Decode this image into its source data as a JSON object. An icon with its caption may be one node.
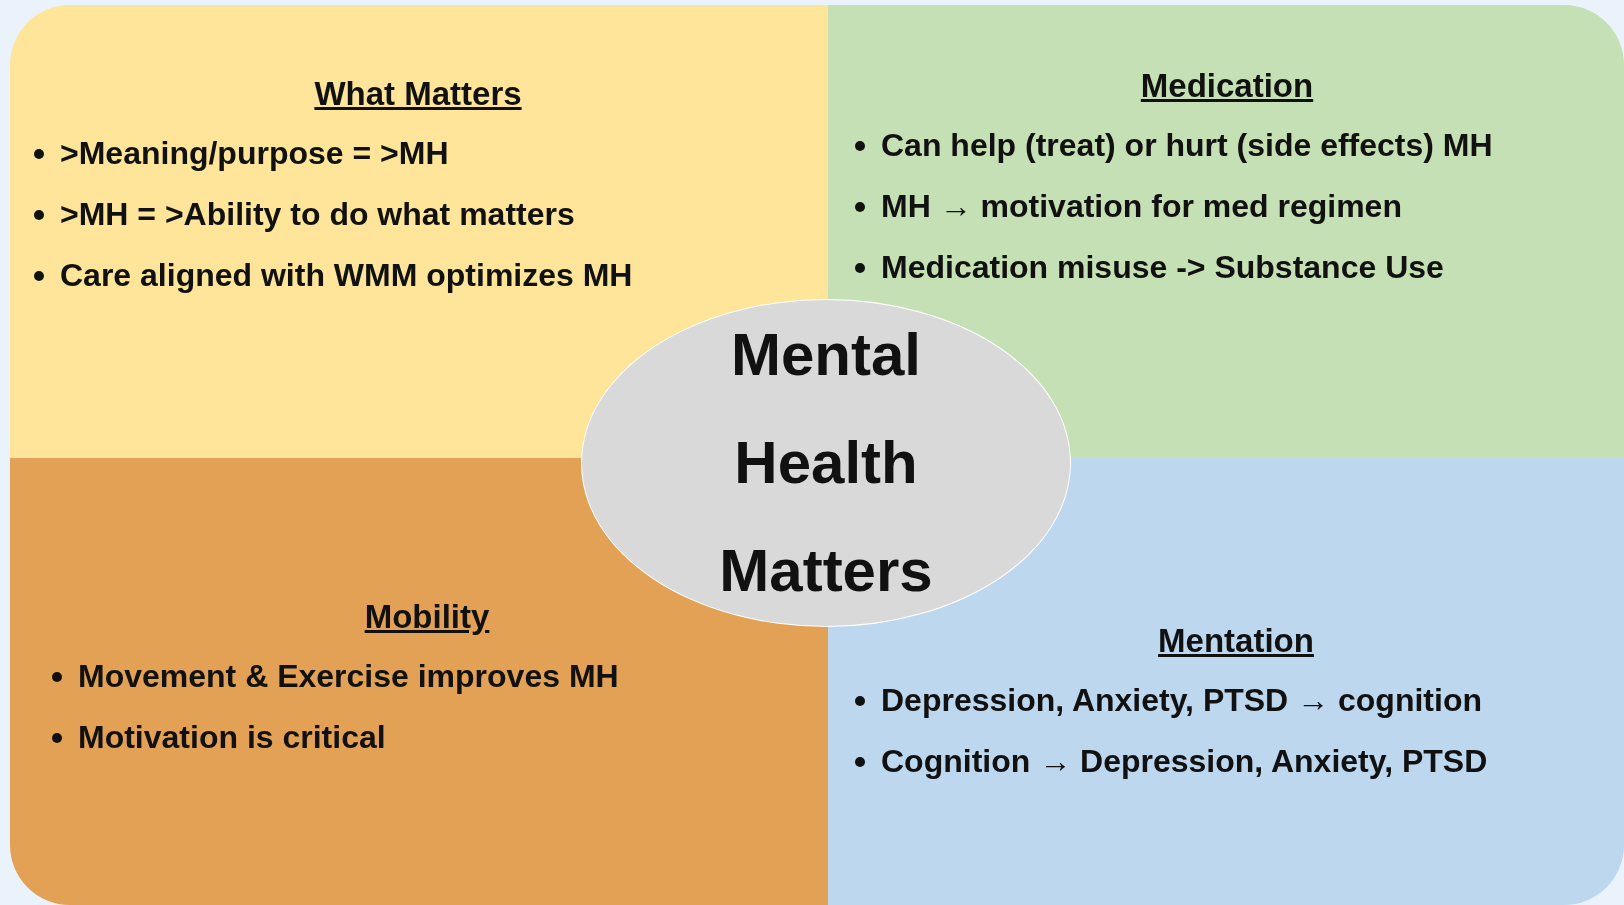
{
  "diagram": {
    "nodes": [
      {
        "text": [
          "What Matters",
          ">Meaning/purpose = >MH",
          ">MH = >Ability to do what matters",
          "Care aligned with WMM optimizes MH"
        ]
      },
      {
        "text": [
          "Medication",
          "Can help (treat) or hurt (side effects) MH",
          "MH → motivation for med regimen",
          "Medication misuse -> Substance Use"
        ]
      },
      {
        "text": [
          "Mental Health Matters"
        ]
      },
      {
        "text": [
          "Mobility",
          "Movement & Exercise improves MH",
          "Motivation is critical"
        ]
      },
      {
        "text": [
          "Mentation",
          "Depression, Anxiety, PTSD → cognition",
          "Cognition → Depression, Anxiety, PTSD"
        ]
      }
    ]
  }
}
